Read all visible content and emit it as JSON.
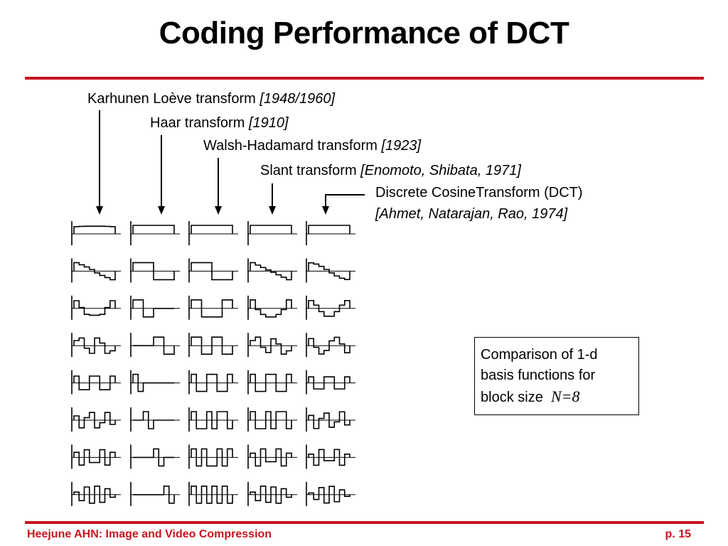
{
  "title": "Coding Performance of DCT",
  "labels": {
    "klt": {
      "name": "Karhunen Loève transform",
      "ref": "[1948/1960]"
    },
    "haar": {
      "name": "Haar transform",
      "ref": "[1910]"
    },
    "walsh": {
      "name": "Walsh-Hadamard transform",
      "ref": "[1923]"
    },
    "slant": {
      "name": "Slant transform",
      "ref": "[Enomoto, Shibata, 1971]"
    },
    "dct": {
      "name": "Discrete CosineTransform (DCT)",
      "ref": "[Ahmet, Natarajan, Rao, 1974]"
    }
  },
  "note": {
    "line1": "Comparison of  1-d",
    "line2": "basis functions for",
    "line3": "block size",
    "n": "N=8"
  },
  "footer": {
    "left": "Heejune AHN: Image and Video Compression",
    "right": "p. 15"
  },
  "colors": {
    "accent": "#c8141e"
  },
  "basis": {
    "klt": [
      [
        0.85,
        0.88,
        0.9,
        0.9,
        0.9,
        0.9,
        0.88,
        0.85
      ],
      [
        1,
        0.75,
        0.5,
        0.2,
        -0.2,
        -0.5,
        -0.75,
        -1
      ],
      [
        0.9,
        0.1,
        -0.7,
        -0.8,
        -0.8,
        -0.7,
        0.1,
        0.9
      ],
      [
        0.6,
        0.9,
        -0.3,
        -0.9,
        0.9,
        0.3,
        -0.9,
        -0.6
      ],
      [
        0.8,
        -0.8,
        -0.8,
        0.8,
        0.8,
        -0.8,
        -0.8,
        0.8
      ],
      [
        0.5,
        -0.9,
        0.3,
        0.9,
        -0.9,
        -0.3,
        0.9,
        -0.5
      ],
      [
        0.6,
        -0.9,
        0.9,
        -0.6,
        -0.6,
        0.9,
        -0.9,
        0.6
      ],
      [
        0.3,
        -0.7,
        0.9,
        -1,
        1,
        -0.9,
        0.7,
        -0.3
      ]
    ],
    "haar": [
      [
        1,
        1,
        1,
        1,
        1,
        1,
        1,
        1
      ],
      [
        1,
        1,
        1,
        1,
        -1,
        -1,
        -1,
        -1
      ],
      [
        1,
        1,
        -1,
        -1,
        0,
        0,
        0,
        0
      ],
      [
        0,
        0,
        0,
        0,
        1,
        1,
        -1,
        -1
      ],
      [
        1,
        -1,
        0,
        0,
        0,
        0,
        0,
        0
      ],
      [
        0,
        0,
        1,
        -1,
        0,
        0,
        0,
        0
      ],
      [
        0,
        0,
        0,
        0,
        1,
        -1,
        0,
        0
      ],
      [
        0,
        0,
        0,
        0,
        0,
        0,
        1,
        -1
      ]
    ],
    "walsh": [
      [
        1,
        1,
        1,
        1,
        1,
        1,
        1,
        1
      ],
      [
        1,
        1,
        1,
        1,
        -1,
        -1,
        -1,
        -1
      ],
      [
        1,
        1,
        -1,
        -1,
        -1,
        -1,
        1,
        1
      ],
      [
        1,
        1,
        -1,
        -1,
        1,
        1,
        -1,
        -1
      ],
      [
        1,
        -1,
        -1,
        1,
        1,
        -1,
        -1,
        1
      ],
      [
        1,
        -1,
        -1,
        1,
        -1,
        1,
        1,
        -1
      ],
      [
        1,
        -1,
        1,
        -1,
        -1,
        1,
        -1,
        1
      ],
      [
        1,
        -1,
        1,
        -1,
        1,
        -1,
        1,
        -1
      ]
    ],
    "slant": [
      [
        1,
        1,
        1,
        1,
        1,
        1,
        1,
        1
      ],
      [
        1,
        0.71,
        0.43,
        0.14,
        -0.14,
        -0.43,
        -0.71,
        -1
      ],
      [
        1,
        -0.14,
        -0.71,
        -1,
        -1,
        -0.71,
        -0.14,
        1
      ],
      [
        0.6,
        1,
        -0.2,
        -0.8,
        0.8,
        0.2,
        -1,
        -0.6
      ],
      [
        1,
        -1,
        -1,
        1,
        1,
        -1,
        -1,
        1
      ],
      [
        1,
        -1,
        -1,
        1,
        -1,
        1,
        1,
        -1
      ],
      [
        0.5,
        -1,
        1,
        -0.5,
        -0.5,
        1,
        -1,
        0.5
      ],
      [
        0.3,
        -0.7,
        1,
        -0.9,
        0.9,
        -1,
        0.7,
        -0.3
      ]
    ],
    "dct": [
      [
        1,
        1,
        1,
        1,
        1,
        1,
        1,
        1
      ],
      [
        0.98,
        0.83,
        0.56,
        0.2,
        -0.2,
        -0.56,
        -0.83,
        -0.98
      ],
      [
        0.92,
        0.38,
        -0.38,
        -0.92,
        -0.92,
        -0.38,
        0.38,
        0.92
      ],
      [
        0.83,
        -0.2,
        -0.98,
        -0.56,
        0.56,
        0.98,
        0.2,
        -0.83
      ],
      [
        0.71,
        -0.71,
        -0.71,
        0.71,
        0.71,
        -0.71,
        -0.71,
        0.71
      ],
      [
        0.56,
        -0.98,
        0.2,
        0.83,
        -0.83,
        -0.2,
        0.98,
        -0.56
      ],
      [
        0.38,
        -0.92,
        0.92,
        -0.38,
        -0.38,
        0.92,
        -0.92,
        0.38
      ],
      [
        0.2,
        -0.56,
        0.83,
        -0.98,
        0.98,
        -0.83,
        0.56,
        -0.2
      ]
    ]
  }
}
